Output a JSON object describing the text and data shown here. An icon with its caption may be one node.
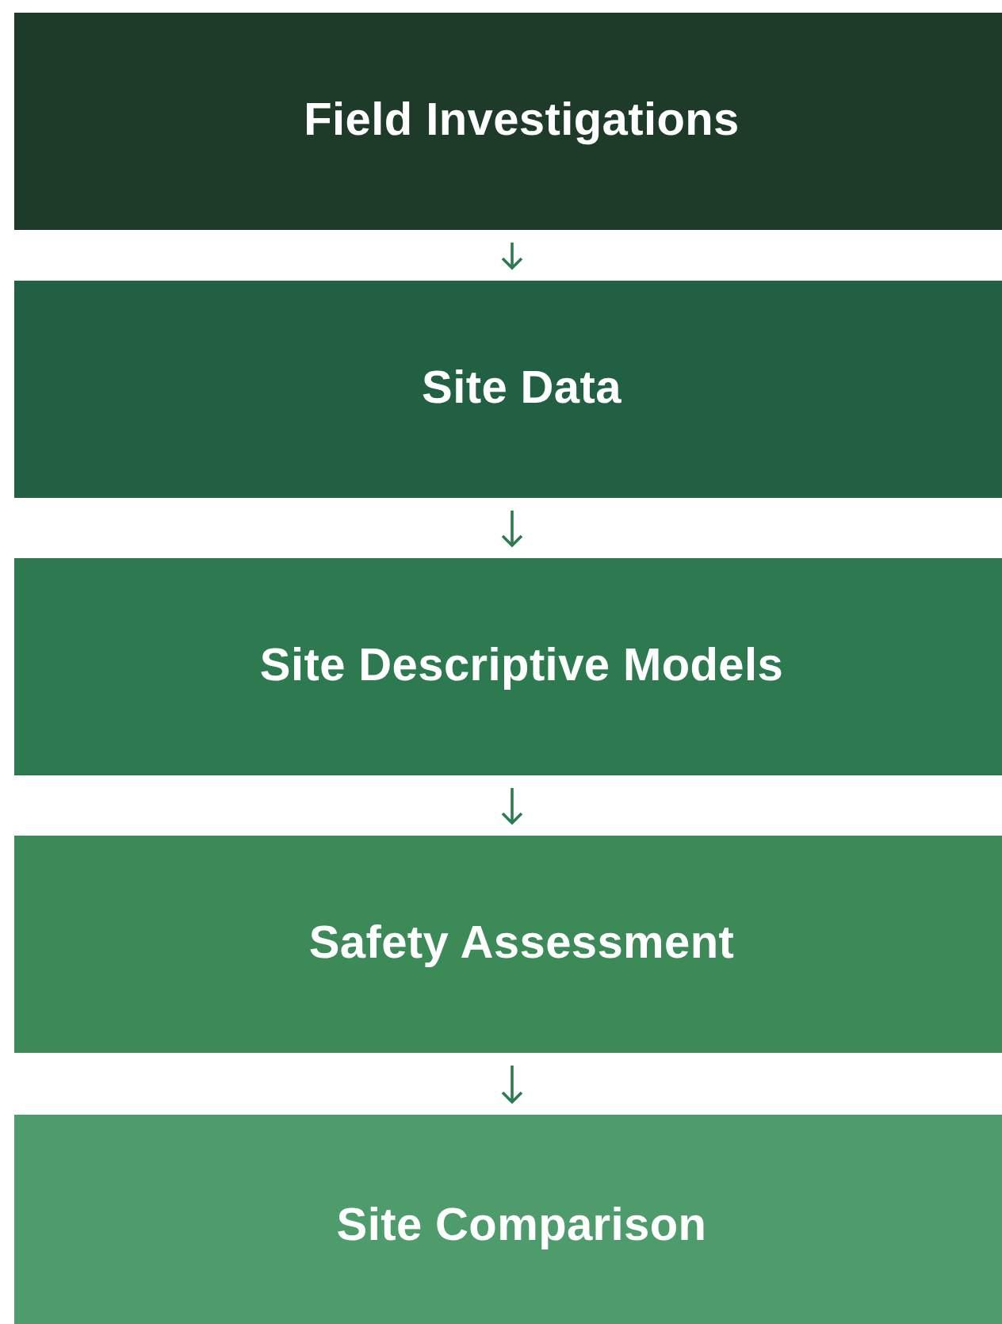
{
  "diagram": {
    "nodes": [
      {
        "text": [
          "Field Investigations"
        ]
      },
      {
        "text": [
          "Site Data"
        ]
      },
      {
        "text": [
          "Site Descriptive Models"
        ]
      },
      {
        "text": [
          "Safety Assessment"
        ]
      },
      {
        "text": [
          "Site Comparison"
        ]
      }
    ],
    "edges": [
      {
        "from": 0,
        "to": 1,
        "arrow": "to"
      },
      {
        "from": 1,
        "to": 2,
        "arrow": "to"
      },
      {
        "from": 2,
        "to": 3,
        "arrow": "to"
      },
      {
        "from": 3,
        "to": 4,
        "arrow": "to"
      }
    ]
  }
}
